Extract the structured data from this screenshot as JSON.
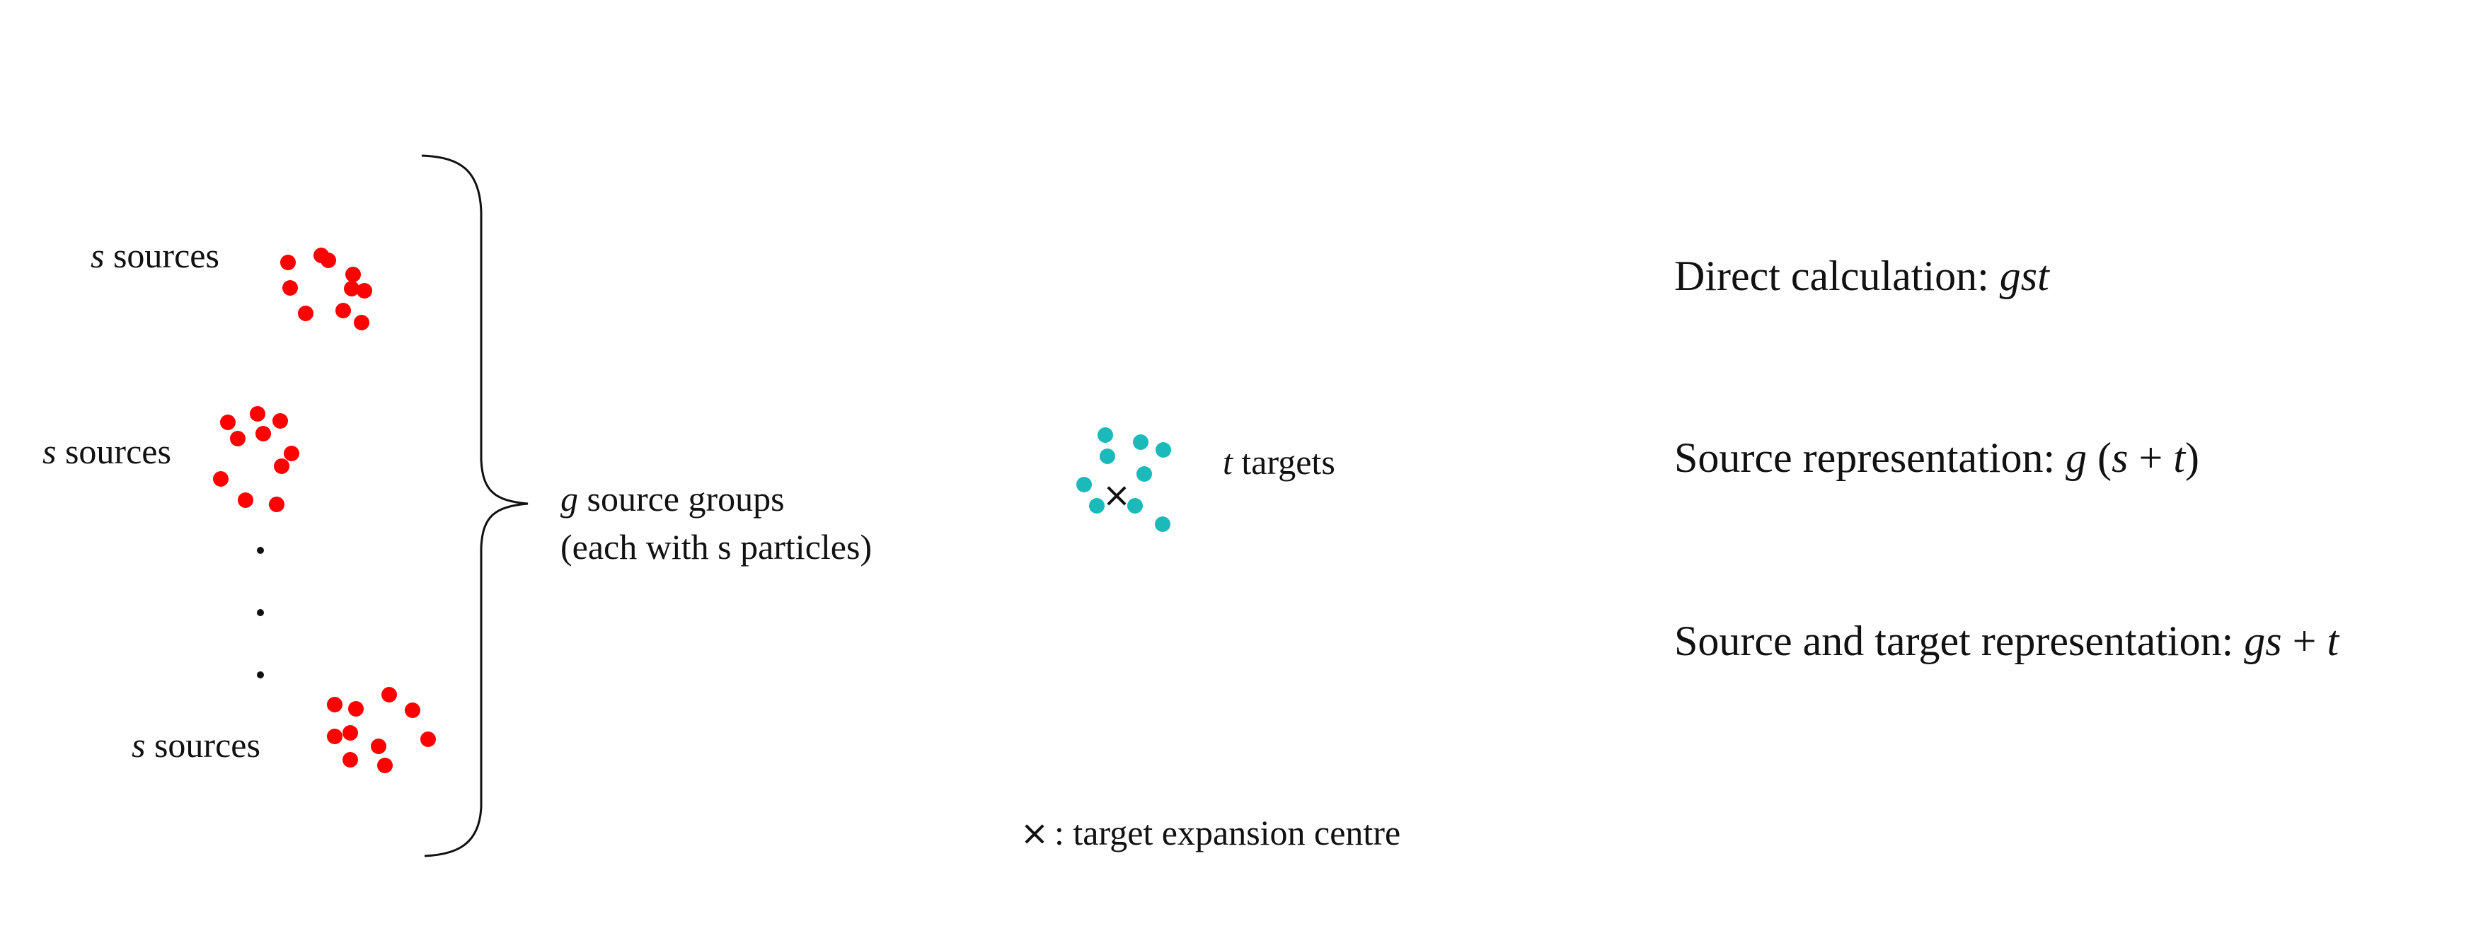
{
  "colors": {
    "source_dot": "#ff0000",
    "target_dot": "#1ababa",
    "ink": "#111111"
  },
  "source_groups": [
    {
      "label_var": "s",
      "label_text": " sources",
      "dots": [
        [
          0,
          0
        ],
        [
          47,
          -10
        ],
        [
          57,
          -3
        ],
        [
          3,
          36
        ],
        [
          92,
          17
        ],
        [
          90,
          37
        ],
        [
          108,
          40
        ],
        [
          25,
          72
        ],
        [
          78,
          68
        ],
        [
          104,
          85
        ]
      ]
    },
    {
      "label_var": "s",
      "label_text": " sources",
      "dots": [
        [
          -2,
          0
        ],
        [
          40,
          -12
        ],
        [
          72,
          -2
        ],
        [
          12,
          23
        ],
        [
          48,
          16
        ],
        [
          88,
          44
        ],
        [
          74,
          62
        ],
        [
          -12,
          80
        ],
        [
          23,
          110
        ],
        [
          67,
          116
        ]
      ]
    },
    {
      "label_var": "s",
      "label_text": " sources",
      "dots": [
        [
          0,
          0
        ],
        [
          30,
          6
        ],
        [
          77,
          -14
        ],
        [
          110,
          8
        ],
        [
          0,
          45
        ],
        [
          22,
          40
        ],
        [
          62,
          59
        ],
        [
          132,
          49
        ],
        [
          22,
          78
        ],
        [
          71,
          86
        ]
      ]
    }
  ],
  "ellipsis": [
    "·",
    "·",
    "·"
  ],
  "groups_label": {
    "var": "g",
    "text": " source groups",
    "line2": "(each with s particles)"
  },
  "targets": {
    "label_var": "t",
    "label_text": " targets",
    "centre_symbol": "×",
    "dots": [
      [
        0,
        0
      ],
      [
        50,
        10
      ],
      [
        82,
        21
      ],
      [
        3,
        30
      ],
      [
        -30,
        70
      ],
      [
        -12,
        100
      ],
      [
        55,
        55
      ],
      [
        42,
        100
      ],
      [
        81,
        126
      ]
    ]
  },
  "legend": {
    "symbol": "×",
    "text": " : target expansion centre"
  },
  "costs": [
    {
      "label": "Direct calculation: ",
      "formula": [
        {
          "t": "gst",
          "i": true
        }
      ]
    },
    {
      "label": "Source representation: ",
      "formula": [
        {
          "t": "g",
          "i": true
        },
        {
          "t": " (",
          "i": false
        },
        {
          "t": "s",
          "i": true
        },
        {
          "t": " + ",
          "i": false
        },
        {
          "t": "t",
          "i": true
        },
        {
          "t": ")",
          "i": false
        }
      ]
    },
    {
      "label": "Source and target representation: ",
      "formula": [
        {
          "t": "gs",
          "i": true
        },
        {
          "t": " + ",
          "i": false
        },
        {
          "t": "t",
          "i": true
        }
      ]
    }
  ]
}
